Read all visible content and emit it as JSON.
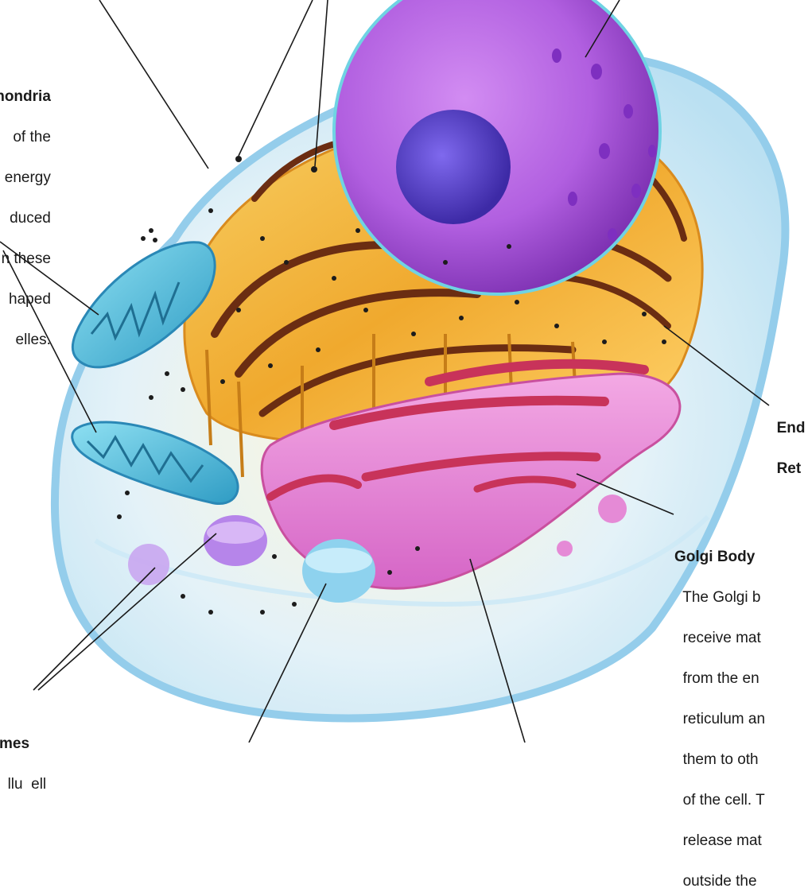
{
  "colors": {
    "cytoplasm": "#cfeaf6",
    "membrane": "#9fd4ef",
    "er": "#f2b13a",
    "nucleus": "#b15fe0",
    "nucleolus": "#5a3fd1",
    "golgi": "#e58ad6",
    "golgi_cistern": "#c8335a",
    "mitochondria": "#4fb9d6",
    "ribosome": "#1c1c1c",
    "label_line": "#1a1a1a"
  },
  "labels": {
    "mitochondria": {
      "title": "hondria",
      "lines": [
        "of the",
        "energy",
        "duced",
        "n these",
        "haped",
        "elles."
      ]
    },
    "endoplasmic_reticulum": {
      "lines": [
        "End",
        "Ret"
      ]
    },
    "golgi_body": {
      "title": "Golgi Body",
      "lines": [
        "The Golgi b",
        "receive mat",
        "from the en",
        "reticulum an",
        "them to oth",
        "of the cell. T",
        "release mat",
        "outside the"
      ]
    },
    "lysosomes": {
      "title": "mes",
      "lines": [
        "llu  ell"
      ]
    }
  }
}
